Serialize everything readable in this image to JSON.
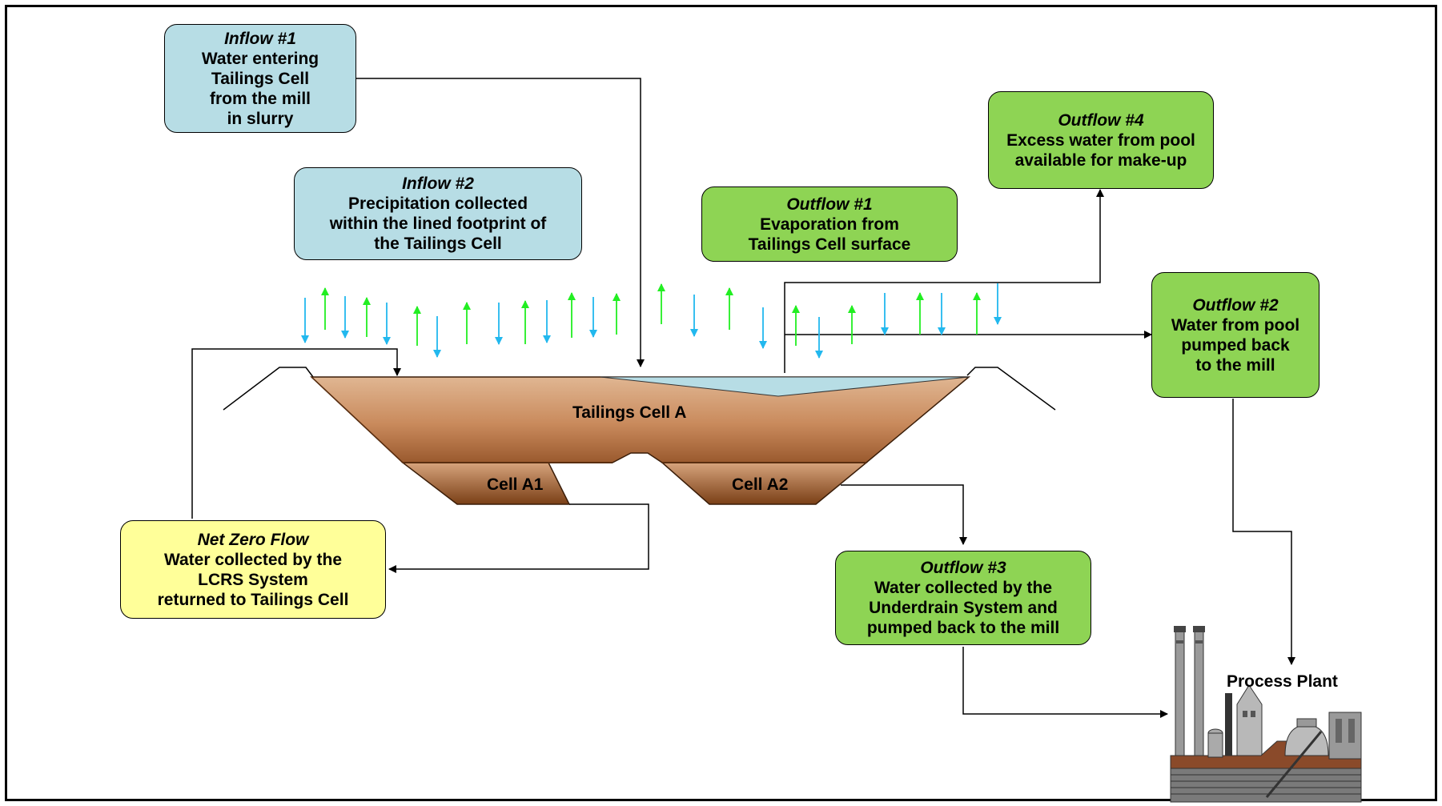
{
  "boxes": {
    "inflow1": {
      "title": "Inflow #1",
      "lines": [
        "Water entering",
        "Tailings Cell",
        "from the mill",
        "in slurry"
      ]
    },
    "inflow2": {
      "title": "Inflow #2",
      "lines": [
        "Precipitation collected",
        "within the lined footprint of",
        "the Tailings Cell"
      ]
    },
    "outflow1": {
      "title": "Outflow #1",
      "lines": [
        "Evaporation from",
        "Tailings Cell surface"
      ]
    },
    "outflow4": {
      "title": "Outflow #4",
      "lines": [
        "Excess water from pool",
        "available for make-up"
      ]
    },
    "outflow2": {
      "title": "Outflow #2",
      "lines": [
        "Water from pool",
        "pumped back",
        "to the mill"
      ]
    },
    "netzero": {
      "title": "Net Zero Flow",
      "lines": [
        "Water collected by the",
        "LCRS System",
        "returned to Tailings Cell"
      ]
    },
    "outflow3": {
      "title": "Outflow #3",
      "lines": [
        "Water collected by the",
        "Underdrain System and",
        "pumped back to the mill"
      ]
    }
  },
  "labels": {
    "cell_a": "Tailings Cell A",
    "cell_a1": "Cell A1",
    "cell_a2": "Cell A2",
    "process_plant": "Process Plant"
  },
  "colors": {
    "inflow_box": "#b7dde5",
    "outflow_box": "#8ed454",
    "netzero_box": "#ffff99",
    "evaporation_arrow": "#22ee22",
    "precipitation_arrow": "#22b8ee",
    "tailings_fill": "#c98a5c",
    "pool_water": "#b7dde5"
  },
  "icons": [
    "evaporation-arrow-up-icon",
    "precipitation-arrow-down-icon",
    "process-plant-icon"
  ]
}
